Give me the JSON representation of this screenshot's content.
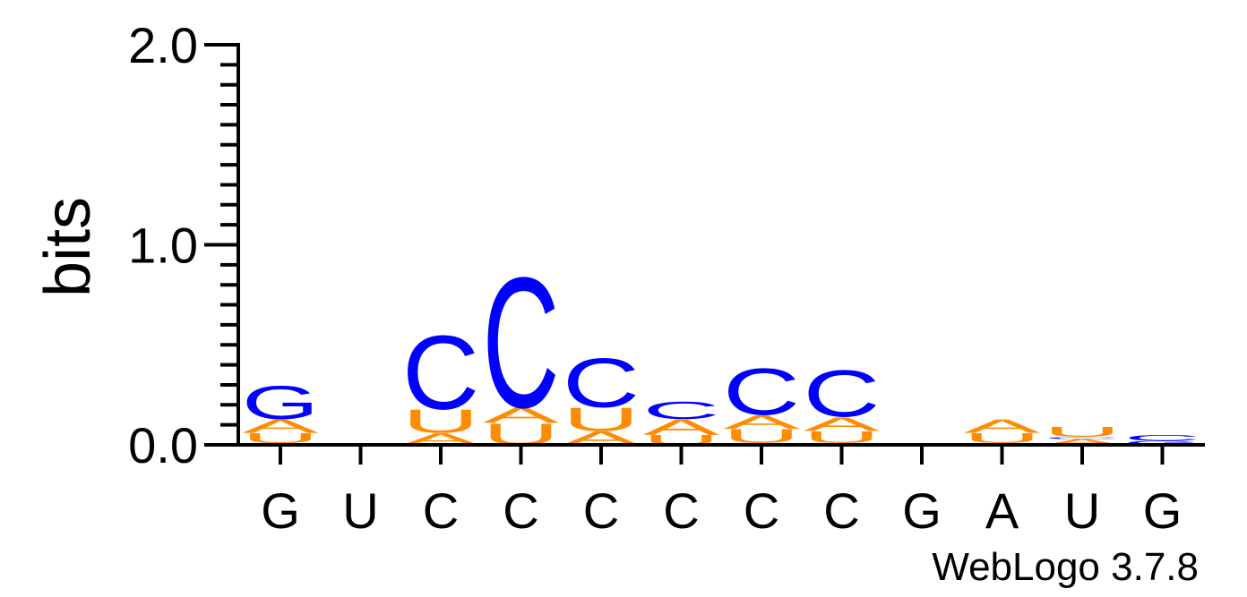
{
  "chart_data": {
    "type": "sequence-logo",
    "ylabel": "bits",
    "ylim": [
      0,
      2.0
    ],
    "y_tick_labels": [
      "0.0",
      "1.0",
      "2.0"
    ],
    "y_ticks": [
      0.0,
      1.0,
      2.0
    ],
    "x_tick_labels": [
      "G",
      "U",
      "C",
      "C",
      "C",
      "C",
      "C",
      "C",
      "G",
      "A",
      "U",
      "G"
    ],
    "colors": {
      "C": "#0000ff",
      "G": "#0000ff",
      "A": "#ff8c00",
      "U": "#ff8c00"
    },
    "positions": [
      {
        "stack": [
          {
            "letter": "G",
            "bits": 0.01
          },
          {
            "letter": "U",
            "bits": 0.05
          },
          {
            "letter": "A",
            "bits": 0.07
          },
          {
            "letter": "G",
            "bits": 0.17
          }
        ]
      },
      {
        "stack": []
      },
      {
        "stack": [
          {
            "letter": "A",
            "bits": 0.06
          },
          {
            "letter": "U",
            "bits": 0.12
          },
          {
            "letter": "C",
            "bits": 0.38
          }
        ]
      },
      {
        "stack": [
          {
            "letter": "U",
            "bits": 0.11
          },
          {
            "letter": "A",
            "bits": 0.08
          },
          {
            "letter": "C",
            "bits": 0.67
          }
        ]
      },
      {
        "stack": [
          {
            "letter": "A",
            "bits": 0.07
          },
          {
            "letter": "U",
            "bits": 0.12
          },
          {
            "letter": "C",
            "bits": 0.25
          }
        ]
      },
      {
        "stack": [
          {
            "letter": "U",
            "bits": 0.05
          },
          {
            "letter": "A",
            "bits": 0.08
          },
          {
            "letter": "C",
            "bits": 0.09
          }
        ]
      },
      {
        "stack": [
          {
            "letter": "G",
            "bits": 0.01
          },
          {
            "letter": "U",
            "bits": 0.07
          },
          {
            "letter": "A",
            "bits": 0.07
          },
          {
            "letter": "C",
            "bits": 0.24
          }
        ]
      },
      {
        "stack": [
          {
            "letter": "G",
            "bits": 0.01
          },
          {
            "letter": "U",
            "bits": 0.06
          },
          {
            "letter": "A",
            "bits": 0.07
          },
          {
            "letter": "C",
            "bits": 0.24
          }
        ]
      },
      {
        "stack": []
      },
      {
        "stack": [
          {
            "letter": "G",
            "bits": 0.01
          },
          {
            "letter": "U",
            "bits": 0.05
          },
          {
            "letter": "A",
            "bits": 0.07
          }
        ]
      },
      {
        "stack": [
          {
            "letter": "A",
            "bits": 0.03
          },
          {
            "letter": "C",
            "bits": 0.01
          },
          {
            "letter": "U",
            "bits": 0.05
          }
        ]
      },
      {
        "stack": [
          {
            "letter": "G",
            "bits": 0.02
          },
          {
            "letter": "C",
            "bits": 0.03
          }
        ]
      }
    ]
  },
  "footer": {
    "credit": "WebLogo 3.7.8"
  }
}
